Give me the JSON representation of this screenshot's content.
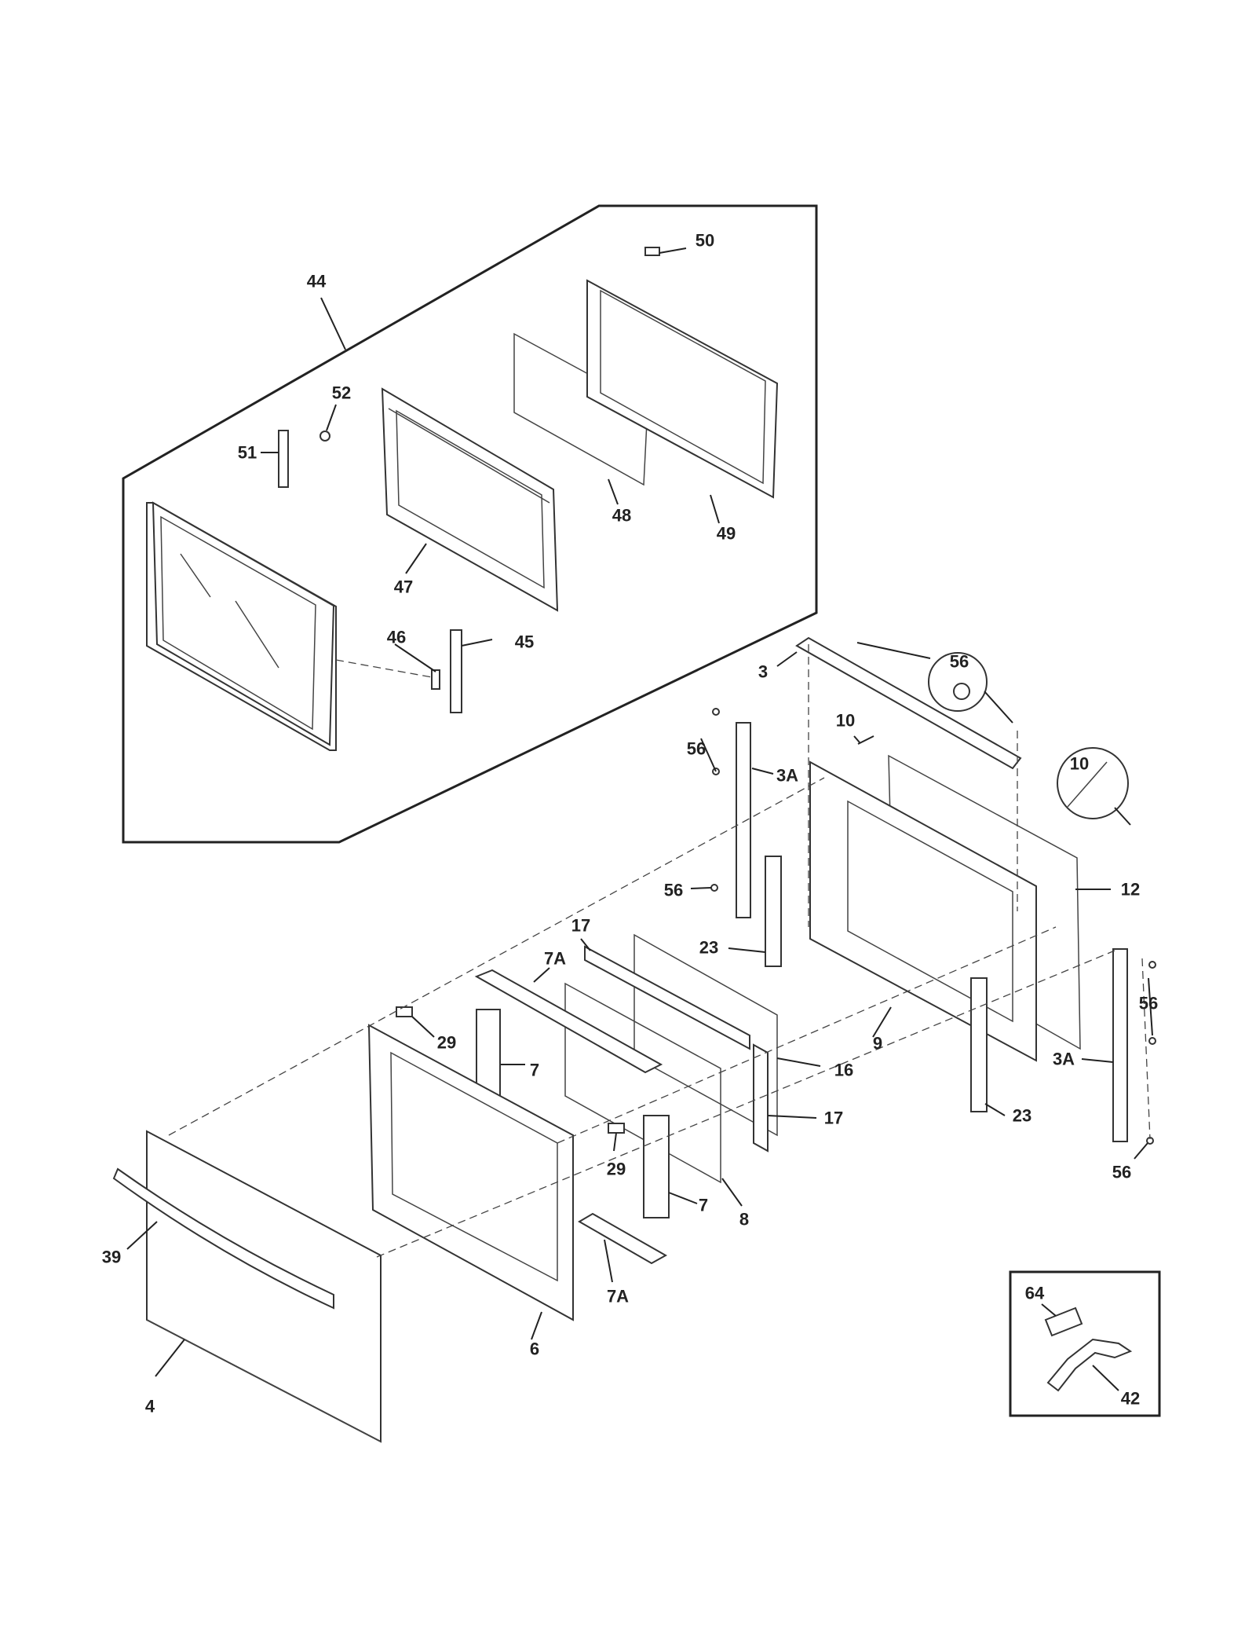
{
  "colors": {
    "ink": "#222222",
    "paper": "#ffffff"
  },
  "callouts": {
    "c44": "44",
    "c50": "50",
    "c52": "52",
    "c51": "51",
    "c48": "48",
    "c49": "49",
    "c47": "47",
    "c46": "46",
    "c45": "45",
    "c3": "3",
    "c56_top": "56",
    "c10_a": "10",
    "c10_b": "10",
    "c56_left_top": "56",
    "c3A_left": "3A",
    "c12": "12",
    "c56_left_mid": "56",
    "c17_top": "17",
    "c23_left": "23",
    "c7A_top": "7A",
    "c56_right": "56",
    "c9": "9",
    "c29_top": "29",
    "c7_top": "7",
    "c16": "16",
    "c3A_right": "3A",
    "c23_right": "23",
    "c17_bottom": "17",
    "c29_bottom": "29",
    "c56_bottom": "56",
    "c7_bottom": "7",
    "c8": "8",
    "c39": "39",
    "c7A_bottom": "7A",
    "c6": "6",
    "c4": "4",
    "c64": "64",
    "c42": "42"
  }
}
